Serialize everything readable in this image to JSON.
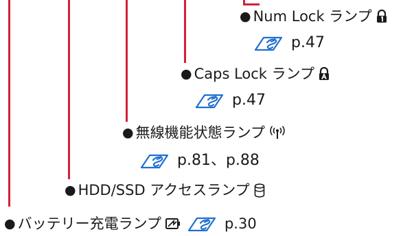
{
  "colors": {
    "leader_line": "#d41f36",
    "ref_icon": "#1f6fd1",
    "text": "#1a1a1a"
  },
  "bullet": "●",
  "items": {
    "num_lock": {
      "label": "Num Lock ランプ",
      "icon": "lock-1-icon",
      "page_ref": "p.47"
    },
    "caps_lock": {
      "label": "Caps Lock ランプ",
      "icon": "lock-a-icon",
      "page_ref": "p.47"
    },
    "wireless": {
      "label": "無線機能状態ランプ",
      "icon": "wireless-icon",
      "page_ref": "p.81、p.88"
    },
    "hdd_ssd": {
      "label": "HDD/SSD アクセスランプ",
      "icon": "drive-icon"
    },
    "battery": {
      "label": "バッテリー充電ランプ",
      "icon": "battery-charge-icon",
      "page_ref": "p.30"
    }
  }
}
